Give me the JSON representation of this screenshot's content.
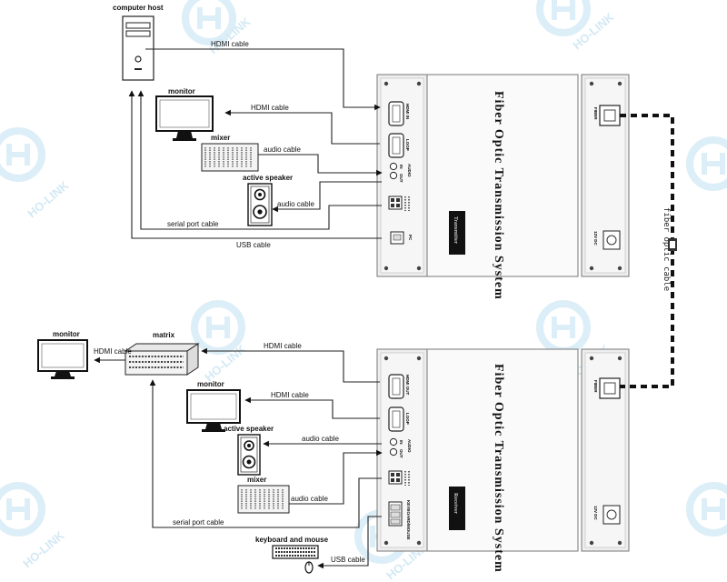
{
  "watermark": {
    "text": "HO-LINK",
    "color": "#d4eaf5"
  },
  "transmitter": {
    "title": "Fiber Optic Transmission System",
    "badge": "Transmitter",
    "ports": {
      "hdmi_in": "HDMI IN",
      "loop": "LOOP",
      "audio": "AUDIO",
      "in": "IN",
      "out": "OUT",
      "pc": "PC",
      "fiber": "FIBER",
      "dc": "12V DC"
    }
  },
  "receiver": {
    "title": "Fiber Optic Transmission System",
    "badge": "Receiver",
    "ports": {
      "hdmi_out": "HDMI OUT",
      "loop": "LOOP",
      "audio": "AUDIO",
      "in": "IN",
      "out": "OUT",
      "kbm": "KEYBOARD/MOUSE",
      "fiber": "FIBER",
      "dc": "12V DC"
    }
  },
  "fiber_link_label": "fiber optic cable",
  "top": {
    "computer_host": "computer host",
    "hdmi_cable_1": "HDMI cable",
    "monitor": "monitor",
    "hdmi_cable_2": "HDMI cable",
    "mixer": "mixer",
    "audio_cable_1": "audio cable",
    "active_speaker": "active speaker",
    "audio_cable_2": "audio cable",
    "serial_port_cable": "serial port cable",
    "usb_cable": "USB cable"
  },
  "bottom": {
    "monitor_left": "monitor",
    "matrix": "matrix",
    "hdmi_cable_matrix": "HDMI cable",
    "hdmi_cable_1": "HDMI cable",
    "monitor": "monitor",
    "hdmi_cable_2": "HDMI cable",
    "active_speaker": "active speaker",
    "audio_cable_1": "audio cable",
    "mixer": "mixer",
    "audio_cable_2": "audio cable",
    "serial_port_cable": "serial port cable",
    "keyboard_mouse": "keyboard and mouse",
    "usb_cable": "USB cable"
  }
}
